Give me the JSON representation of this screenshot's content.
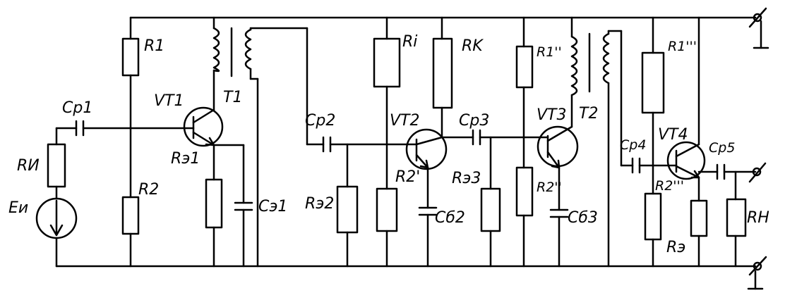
{
  "labels": {
    "r1": "R1",
    "r2": "R2",
    "ri": "Ri",
    "rk": "RK",
    "rn": "RИ",
    "eu": "Eи",
    "cp1": "Cp1",
    "cp2": "Cp2",
    "cp3": "Cp3",
    "cp4": "Cp4",
    "cp5": "Cp5",
    "vt1": "VT1",
    "vt2": "VT2",
    "vt3": "VT3",
    "vt4": "VT4",
    "t1": "T1",
    "t2": "T2",
    "re1": "Rэ1",
    "re2": "Rэ2",
    "re3": "Rэ3",
    "re": "Rэ",
    "ce1": "Cэ1",
    "cb2": "Cб2",
    "cb3": "Cб3",
    "r1p": "R1''",
    "r2p": "R2'",
    "r2pp": "R2''",
    "r1ppp": "R1'''",
    "r2ppp": "R2'''",
    "rh": "RH"
  }
}
